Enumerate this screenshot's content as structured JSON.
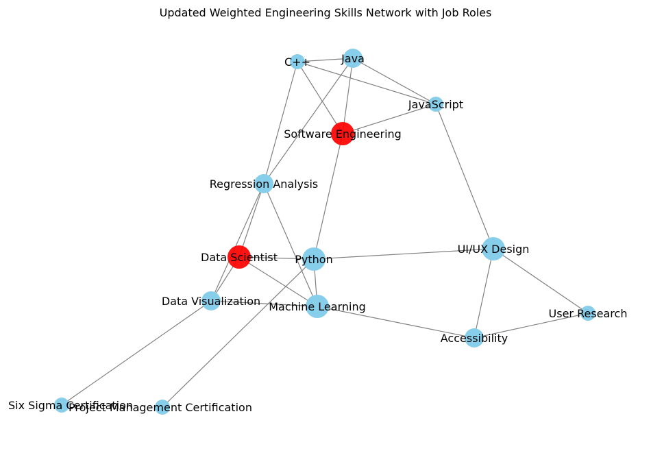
{
  "figure": {
    "title": "Updated Weighted Engineering Skills Network with Job Roles"
  },
  "colors": {
    "skill_node": "#87ceeb",
    "role_node": "#ff0000",
    "edge": "#808080"
  },
  "nodes": [
    {
      "id": "cpp",
      "label": "C++",
      "kind": "skill",
      "size": "small"
    },
    {
      "id": "java",
      "label": "Java",
      "kind": "skill",
      "size": "medium"
    },
    {
      "id": "javascript",
      "label": "JavaScript",
      "kind": "skill",
      "size": "small"
    },
    {
      "id": "software_engineering",
      "label": "Software Engineering",
      "kind": "role",
      "size": "large"
    },
    {
      "id": "regression_analysis",
      "label": "Regression Analysis",
      "kind": "skill",
      "size": "medium"
    },
    {
      "id": "data_scientist",
      "label": "Data Scientist",
      "kind": "role",
      "size": "large"
    },
    {
      "id": "python",
      "label": "Python",
      "kind": "skill",
      "size": "large"
    },
    {
      "id": "uiux_design",
      "label": "UI/UX Design",
      "kind": "skill",
      "size": "large"
    },
    {
      "id": "data_visualization",
      "label": "Data Visualization",
      "kind": "skill",
      "size": "medium"
    },
    {
      "id": "machine_learning",
      "label": "Machine Learning",
      "kind": "skill",
      "size": "large"
    },
    {
      "id": "user_research",
      "label": "User Research",
      "kind": "skill",
      "size": "small"
    },
    {
      "id": "accessibility",
      "label": "Accessibility",
      "kind": "skill",
      "size": "medium"
    },
    {
      "id": "six_sigma",
      "label": "Six Sigma Certification",
      "kind": "skill",
      "size": "small"
    },
    {
      "id": "pm_cert",
      "label": "Project Management Certification",
      "kind": "skill",
      "size": "small"
    }
  ],
  "edges": [
    [
      "cpp",
      "java"
    ],
    [
      "cpp",
      "javascript"
    ],
    [
      "java",
      "javascript"
    ],
    [
      "cpp",
      "software_engineering"
    ],
    [
      "java",
      "software_engineering"
    ],
    [
      "javascript",
      "software_engineering"
    ],
    [
      "cpp",
      "regression_analysis"
    ],
    [
      "java",
      "regression_analysis"
    ],
    [
      "software_engineering",
      "python"
    ],
    [
      "javascript",
      "uiux_design"
    ],
    [
      "regression_analysis",
      "data_scientist"
    ],
    [
      "regression_analysis",
      "data_visualization"
    ],
    [
      "regression_analysis",
      "machine_learning"
    ],
    [
      "data_scientist",
      "python"
    ],
    [
      "data_scientist",
      "data_visualization"
    ],
    [
      "data_scientist",
      "machine_learning"
    ],
    [
      "python",
      "uiux_design"
    ],
    [
      "python",
      "machine_learning"
    ],
    [
      "python",
      "pm_cert"
    ],
    [
      "data_visualization",
      "machine_learning"
    ],
    [
      "data_visualization",
      "six_sigma"
    ],
    [
      "machine_learning",
      "accessibility"
    ],
    [
      "uiux_design",
      "accessibility"
    ],
    [
      "uiux_design",
      "user_research"
    ],
    [
      "accessibility",
      "user_research"
    ]
  ]
}
